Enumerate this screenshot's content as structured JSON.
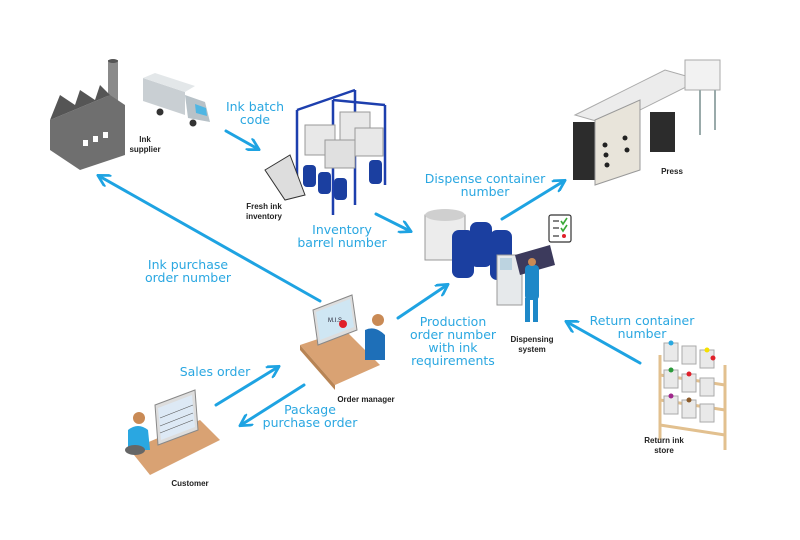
{
  "colors": {
    "flow_text": "#2aa7e1",
    "arrow": "#1ea3e2",
    "node_text": "#222222",
    "barrel_blue": "#1b3fa0",
    "desk": "#d9a273",
    "person_blue": "#1e88c8"
  },
  "nodes": {
    "ink_supplier": {
      "line1": "Ink",
      "line2": "supplier",
      "icon": "factory-truck"
    },
    "fresh_ink_inventory": {
      "line1": "Fresh ink",
      "line2": "inventory",
      "icon": "rack-tanks"
    },
    "press": {
      "label": "Press",
      "icon": "printing-press"
    },
    "dispensing_system": {
      "line1": "Dispensing",
      "line2": "system",
      "icon": "dispenser-operator"
    },
    "order_manager": {
      "label": "Order manager",
      "icon": "desk-mis"
    },
    "customer": {
      "label": "Customer",
      "icon": "desk-computer"
    },
    "return_ink_store": {
      "line1": "Return ink",
      "line2": "store",
      "icon": "shelf-buckets"
    }
  },
  "flows": {
    "ink_batch_code": [
      "Ink batch",
      "code"
    ],
    "inventory_barrel_number": [
      "Inventory",
      "barrel number"
    ],
    "ink_purchase_order_number": [
      "Ink purchase",
      "order number"
    ],
    "dispense_container_number": [
      "Dispense container",
      "number"
    ],
    "production_order": [
      "Production",
      "order number",
      "with ink",
      "requirements"
    ],
    "return_container_number": [
      "Return container",
      "number"
    ],
    "sales_order": [
      "Sales order"
    ],
    "package_purchase_order": [
      "Package",
      "purchase order"
    ]
  },
  "mis_screen_text": "M.I.S."
}
